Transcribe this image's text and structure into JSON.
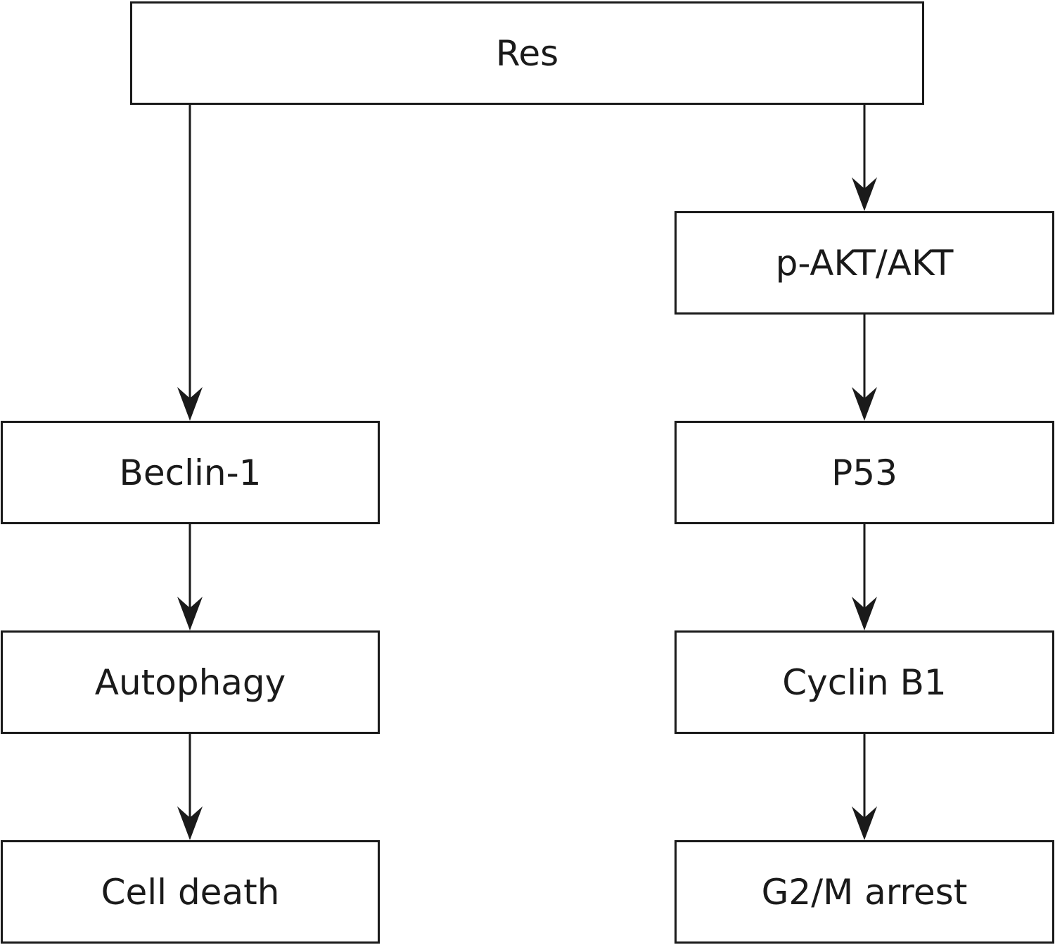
{
  "colors": {
    "stroke": "#1a1a1a",
    "background": "#ffffff"
  },
  "nodes": {
    "res": "Res",
    "beclin": "Beclin-1",
    "autophagy": "Autophagy",
    "cell_death": "Cell death",
    "pakt": "p-AKT/AKT",
    "p53": "P53",
    "cyclin": "Cyclin B1",
    "g2m": "G2/M arrest"
  }
}
